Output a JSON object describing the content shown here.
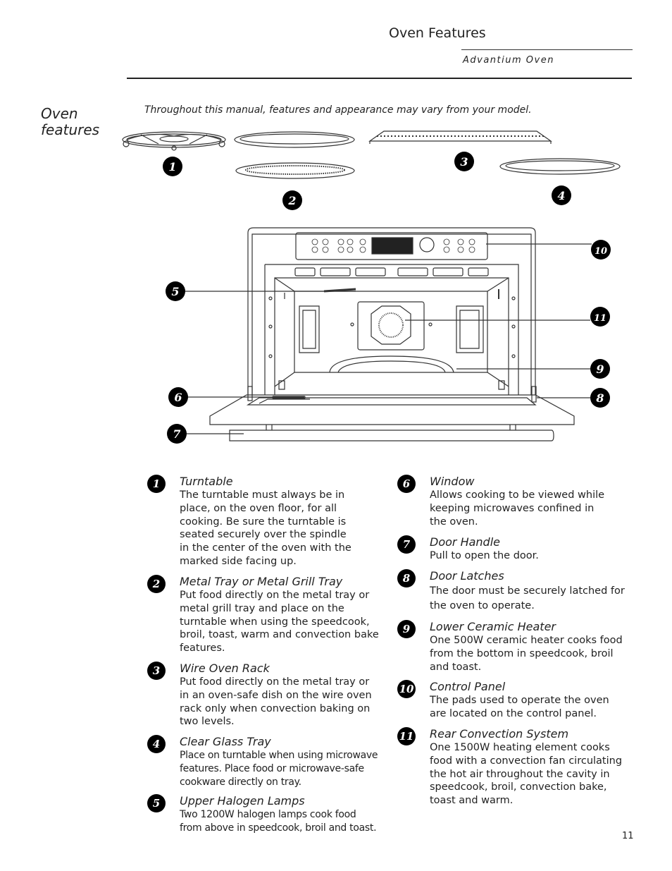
{
  "header": {
    "title": "Oven Features",
    "subtitle": "Advantium Oven"
  },
  "section": {
    "title_line1": "Oven",
    "title_line2": "features",
    "intro": "Throughout this manual, features and appearance may vary from your model."
  },
  "callouts": [
    "1",
    "2",
    "3",
    "4",
    "5",
    "6",
    "7",
    "8",
    "9",
    "10",
    "11"
  ],
  "items_left": [
    {
      "num": "1",
      "title": "Turntable",
      "lines": [
        "The turntable must always be in",
        "place, on the oven floor, for all",
        "cooking. Be sure the turntable is",
        "seated securely over the spindle",
        "in the center of the oven with the",
        "marked side facing up."
      ]
    },
    {
      "num": "2",
      "title": "Metal Tray or Metal Grill Tray",
      "lines": [
        "Put food directly on the metal tray or",
        "metal grill tray and place on the",
        "turntable when using the speedcook,",
        "broil, toast, warm and convection bake",
        "features."
      ]
    },
    {
      "num": "3",
      "title": "Wire Oven Rack",
      "lines": [
        "Put food directly on the metal tray or",
        "in an oven-safe dish on the wire oven",
        "rack only when convection baking on",
        "two levels."
      ]
    },
    {
      "num": "4",
      "title": "Clear Glass Tray",
      "lines": [
        "Place on turntable when using microwave",
        "features. Place food or microwave-safe",
        "cookware directly on tray."
      ]
    },
    {
      "num": "5",
      "title": "Upper Halogen Lamps",
      "lines": [
        "Two 1200W halogen lamps cook food",
        "from above in speedcook, broil and toast."
      ]
    }
  ],
  "items_right": [
    {
      "num": "6",
      "title": "Window",
      "lines": [
        "Allows cooking to be viewed while",
        "keeping microwaves confined in",
        "the oven."
      ]
    },
    {
      "num": "7",
      "title": "Door Handle",
      "lines": [
        "Pull to open the door."
      ]
    },
    {
      "num": "8",
      "title": "Door Latches",
      "lines": [
        "The door must be securely latched for",
        "the oven to operate."
      ]
    },
    {
      "num": "9",
      "title": "Lower Ceramic Heater",
      "lines": [
        "One 500W ceramic heater cooks food",
        "from the bottom in speedcook, broil",
        "and toast."
      ]
    },
    {
      "num": "10",
      "title": "Control Panel",
      "lines": [
        "The pads used to operate the oven",
        "are located on the control panel."
      ]
    },
    {
      "num": "11",
      "title": "Rear Convection System",
      "lines": [
        "One 1500W heating element cooks",
        "food with a convection fan circulating",
        "the hot air throughout the cavity in",
        "speedcook, broil, convection bake,",
        "toast and warm."
      ]
    }
  ],
  "page_number": "11"
}
